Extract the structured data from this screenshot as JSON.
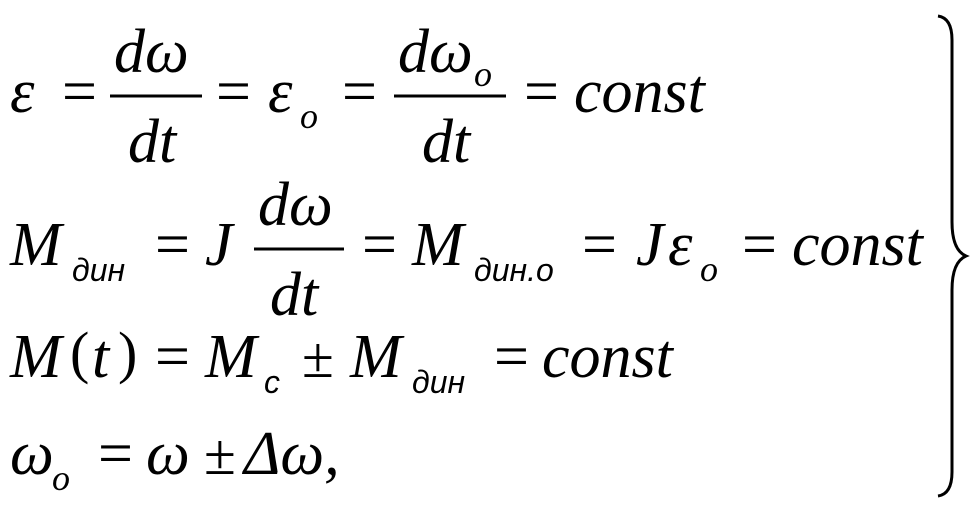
{
  "equation_system": {
    "line1": {
      "lhs": "ε",
      "eq1": "=",
      "frac1_num": "dω",
      "frac1_den": "dt",
      "eq2": "=",
      "eps0_base": "ε",
      "eps0_sub": "o",
      "eq3": "=",
      "frac2_num_base": "dω",
      "frac2_num_sub": "o",
      "frac2_den": "dt",
      "eq4": "=",
      "rhs": "const"
    },
    "line2": {
      "m_base": "M",
      "m_sub": "дин",
      "eq1": "=",
      "j": "J",
      "frac_num": "dω",
      "frac_den": "dt",
      "eq2": "=",
      "m2_base": "M",
      "m2_sub": "дин.о",
      "eq3": "=",
      "jeps_j": "J",
      "jeps_eps": "ε",
      "jeps_sub": "o",
      "eq4": "=",
      "rhs": "const"
    },
    "line3": {
      "m": "M",
      "lparen": "(",
      "t": "t",
      "rparen": ")",
      "eq1": "=",
      "mc_base": "M",
      "mc_sub": "c",
      "pm": "±",
      "md_base": "M",
      "md_sub": "дин",
      "eq2": "=",
      "rhs": "const"
    },
    "line4": {
      "w0_base": "ω",
      "w0_sub": "o",
      "eq": "=",
      "w": "ω",
      "pm": "±",
      "delta": "Δω,"
    }
  }
}
